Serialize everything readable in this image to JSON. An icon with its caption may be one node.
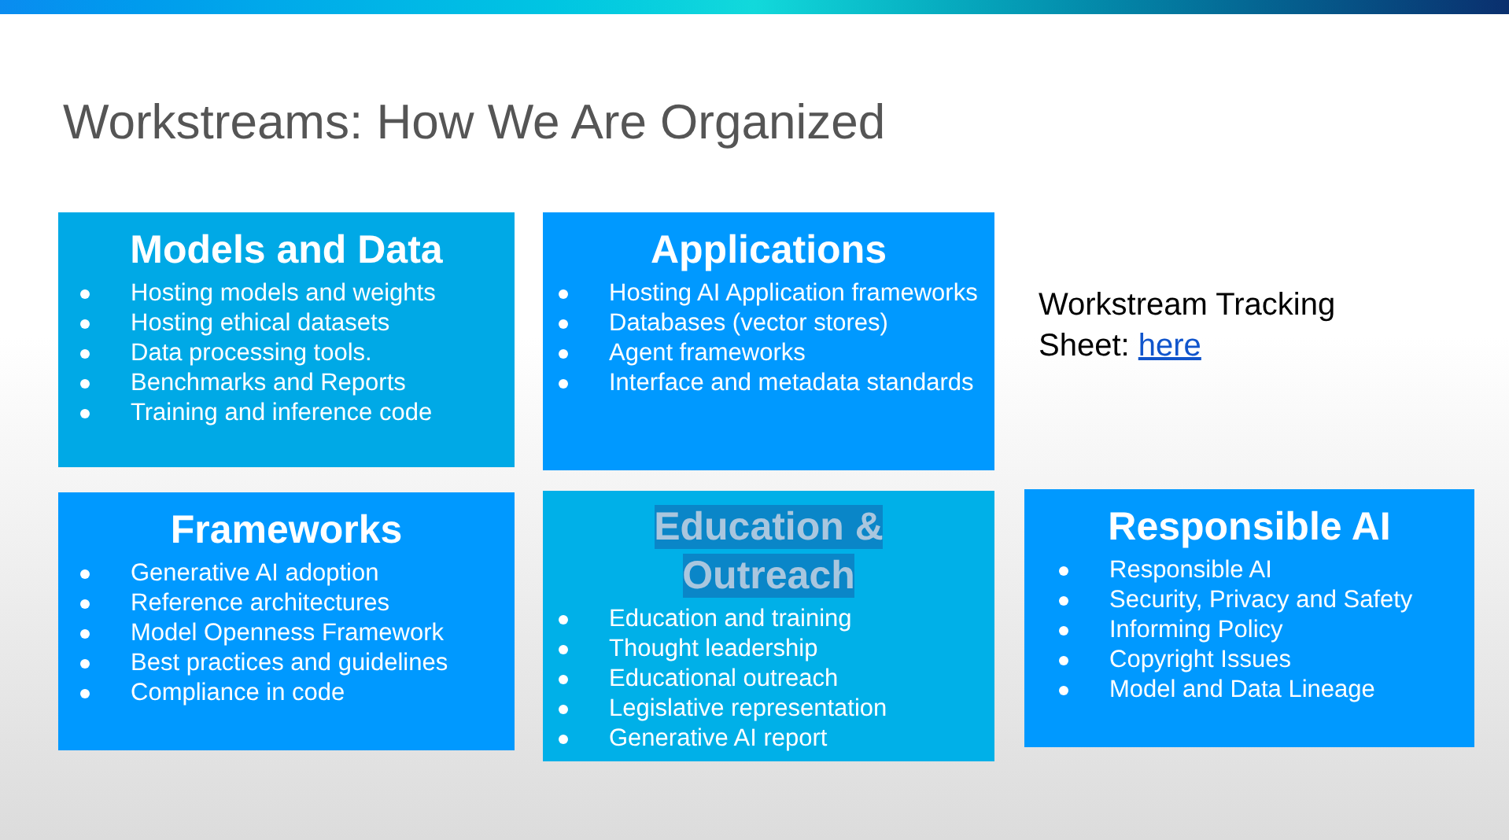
{
  "diagram": {
    "title": "Workstreams:  How We Are Organized",
    "nodes": [
      {
        "text": [
          "Models and Data",
          "Hosting models and weights",
          "Hosting ethical datasets",
          "Data processing tools.",
          "Benchmarks and Reports",
          "Training and inference code"
        ]
      },
      {
        "text": [
          "Applications",
          "Hosting AI Application frameworks",
          "Databases (vector stores)",
          "Agent frameworks",
          "Interface and metadata standards"
        ]
      },
      {
        "text": [
          "Frameworks",
          "Generative AI adoption",
          "Reference architectures",
          "Model Openness Framework",
          "Best practices and guidelines",
          "Compliance in code"
        ]
      },
      {
        "text": [
          "Education & Outreach",
          "Education and training",
          "Thought leadership",
          "Educational outreach",
          "Legislative representation",
          "Generative AI report"
        ]
      },
      {
        "text": [
          "Responsible AI",
          "Responsible AI",
          "Security, Privacy and Safety",
          "Informing Policy",
          "Copyright Issues",
          "Model and Data Lineage"
        ]
      }
    ],
    "edges": [],
    "labels": [
      "Workstream Tracking Sheet:",
      "here"
    ]
  }
}
